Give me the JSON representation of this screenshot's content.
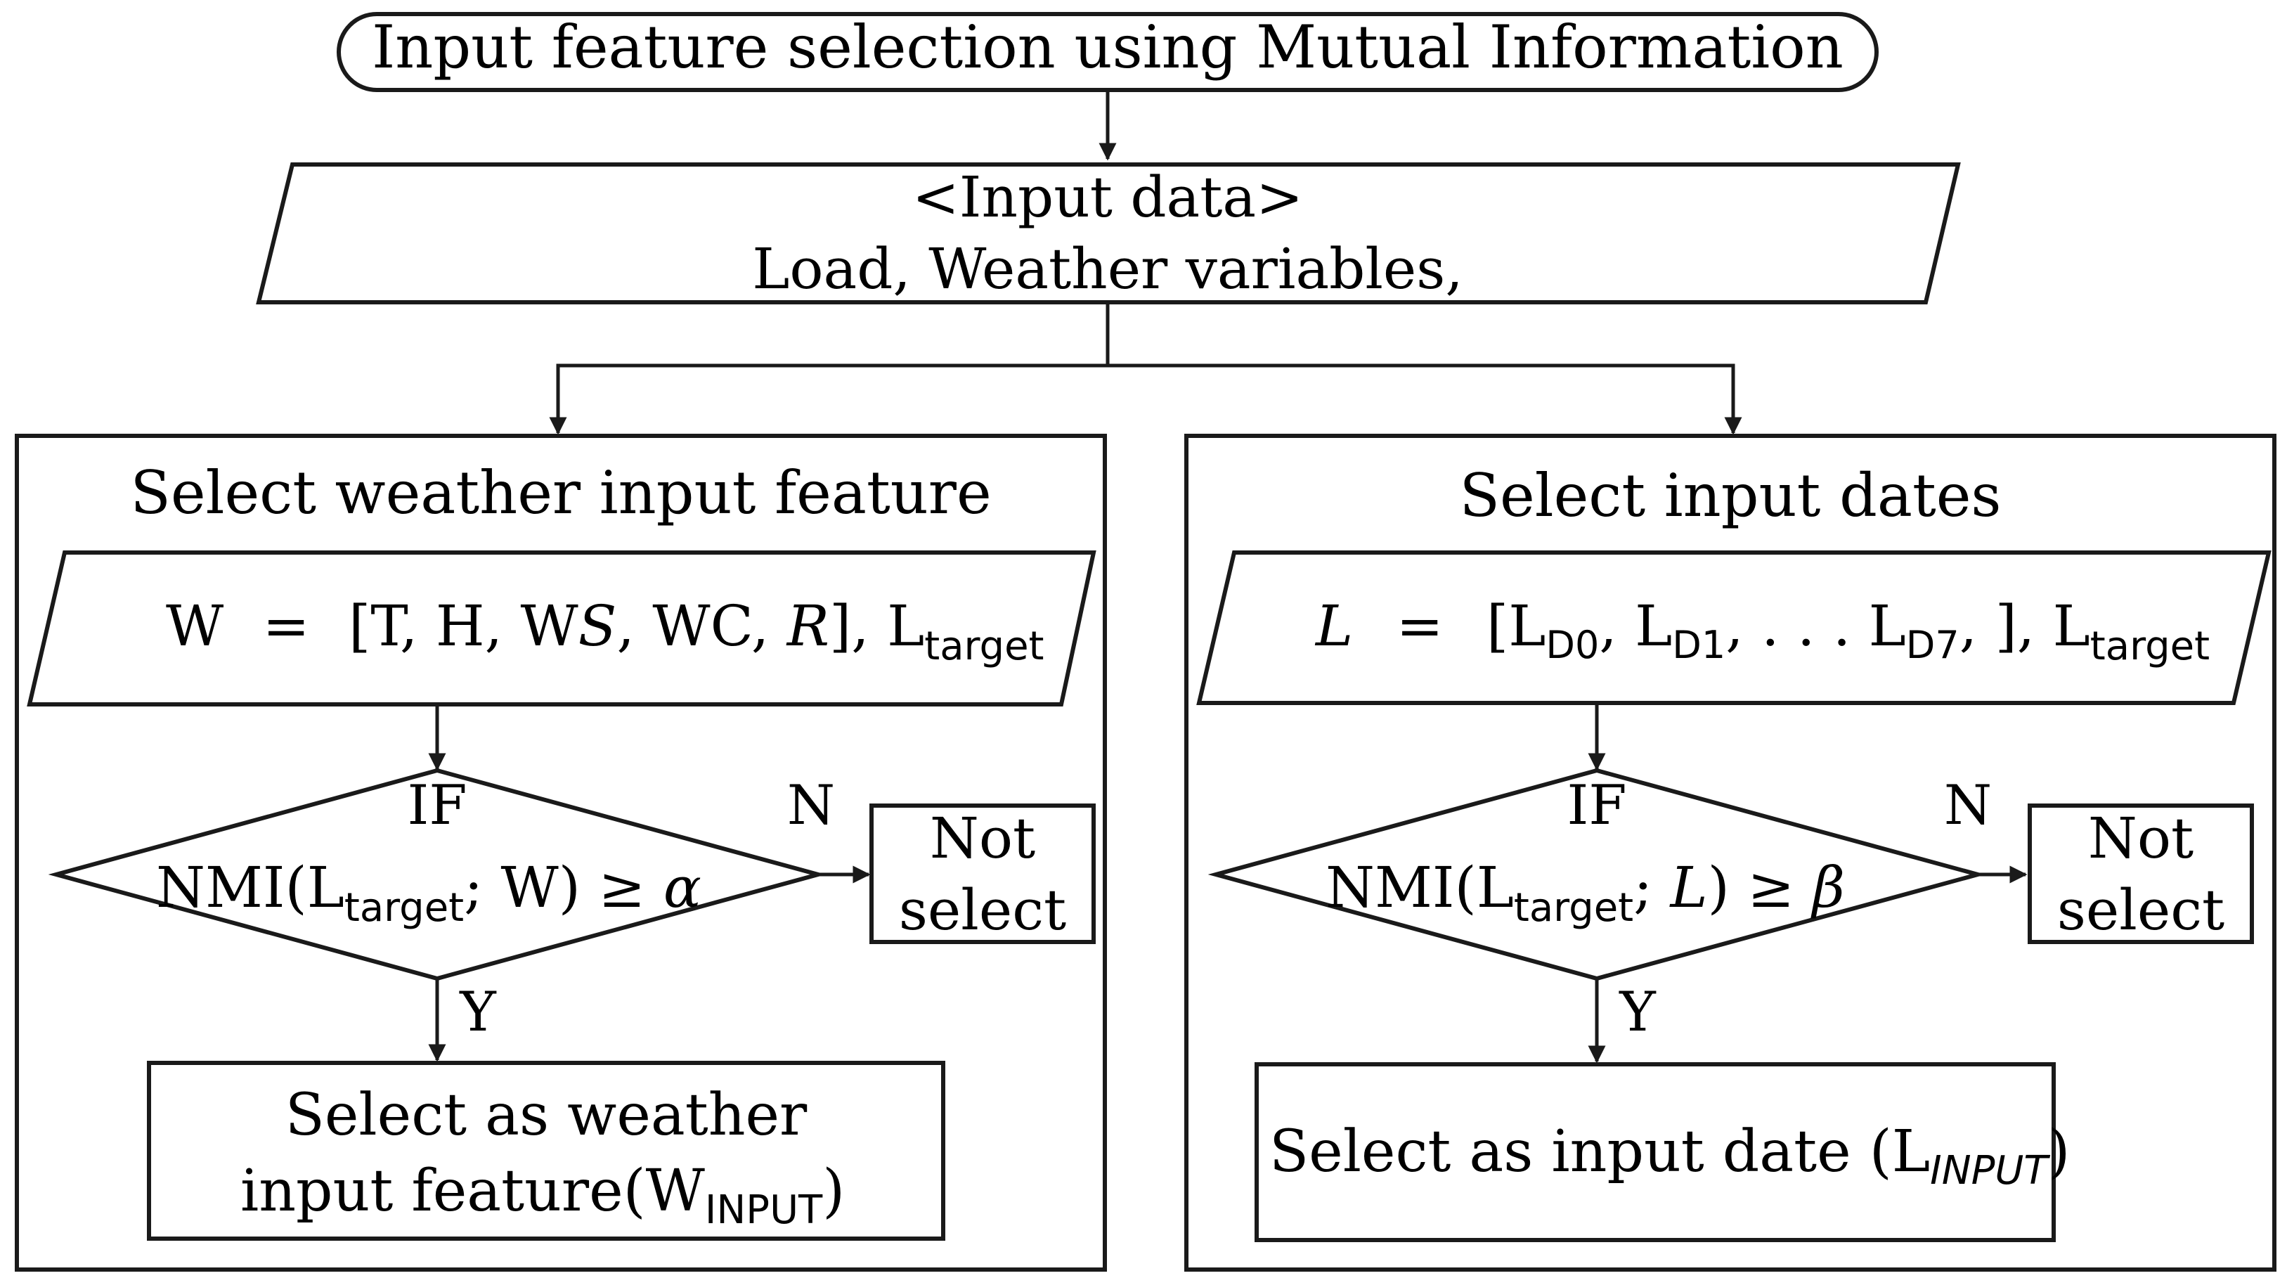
{
  "title": "Input feature selection using Mutual Information",
  "input_data": {
    "line1": "<Input data>",
    "line2": "Load, Weather variables,"
  },
  "left_panel": {
    "heading": "Select weather input feature",
    "vector": {
      "lhs": "W",
      "eq": "=",
      "items": [
        "[T, H, W",
        "S",
        ", WC, ",
        "R",
        "], L"
      ],
      "target_sub": "target"
    },
    "decision": {
      "if_label": "IF",
      "expr_prefix": "NMI(L",
      "target_sub": "target",
      "expr_mid": "; W) ≥ ",
      "threshold": "α"
    },
    "no_label": "N",
    "yes_label": "Y",
    "not_select": [
      "Not",
      "select"
    ],
    "result": {
      "line1": "Select as weather",
      "line2_prefix": "input feature(W",
      "line2_sub": "INPUT",
      "line2_suffix": ")"
    }
  },
  "right_panel": {
    "heading": "Select input dates",
    "vector": {
      "lhs": "L",
      "eq": "=",
      "open": "[L",
      "d0": "D0",
      "sep1": ", L",
      "d1": "D1",
      "sep2": ", . . . L",
      "d7": "D7",
      "close": ", ], L",
      "target_sub": "target"
    },
    "decision": {
      "if_label": "IF",
      "expr_prefix": "NMI(L",
      "target_sub": "target",
      "expr_mid": "; ",
      "var": "L",
      "expr_end": ") ≥ ",
      "threshold": "β"
    },
    "no_label": "N",
    "yes_label": "Y",
    "not_select": [
      "Not",
      "select"
    ],
    "result": {
      "prefix": "Select as input date (L",
      "sub": "INPUT",
      "suffix": ")"
    }
  },
  "colors": {
    "stroke": "#1a1a1a",
    "background": "#ffffff",
    "text": "#000000"
  }
}
